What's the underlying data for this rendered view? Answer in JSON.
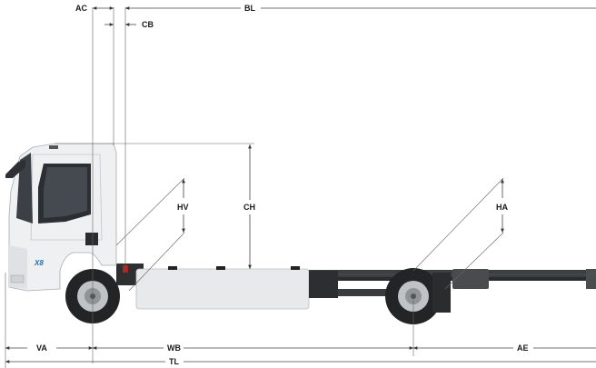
{
  "diagram": {
    "labels": {
      "ac": "AC",
      "bl": "BL",
      "cb": "CB",
      "ch": "CH",
      "hv": "HV",
      "ha": "HA",
      "va": "VA",
      "wb": "WB",
      "ae": "AE",
      "tl": "TL"
    },
    "badge": "X8"
  },
  "colors": {
    "cab": "#eef0f2",
    "chassis": "#3a3c3e",
    "battery": "#e9ebed",
    "tyre": "#232425",
    "lines": "#444444"
  }
}
